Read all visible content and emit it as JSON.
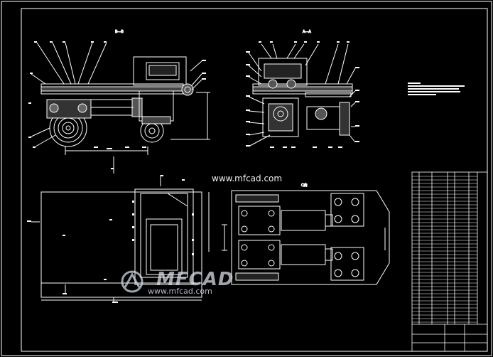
{
  "watermark": {
    "top_url": "www.mfcad.com",
    "logo_text": "MFCAD",
    "bottom_url": "www.mfcad.com"
  },
  "views": {
    "top_left_label": "B—B",
    "top_right_label": "A—A",
    "bottom_right_label": "C向"
  },
  "colors": {
    "background": "#000000",
    "line": "#ffffff",
    "dim": "#ffffff"
  }
}
